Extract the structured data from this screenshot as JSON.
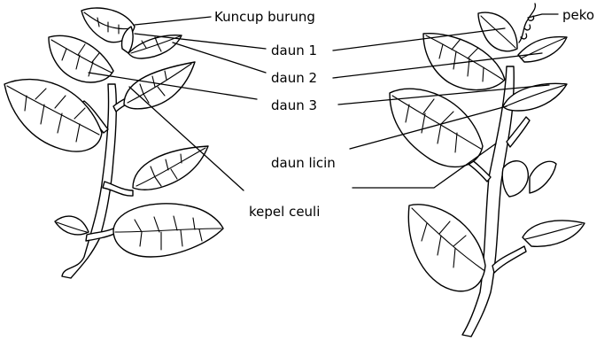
{
  "labels": {
    "kuncup_burung": "Kuncup burung",
    "daun1": "daun 1",
    "daun2": "daun 2",
    "daun3": "daun 3",
    "kepel_ceuli": "kepel ceuli",
    "peko": "peko",
    "daun_licin": "daun licin"
  }
}
